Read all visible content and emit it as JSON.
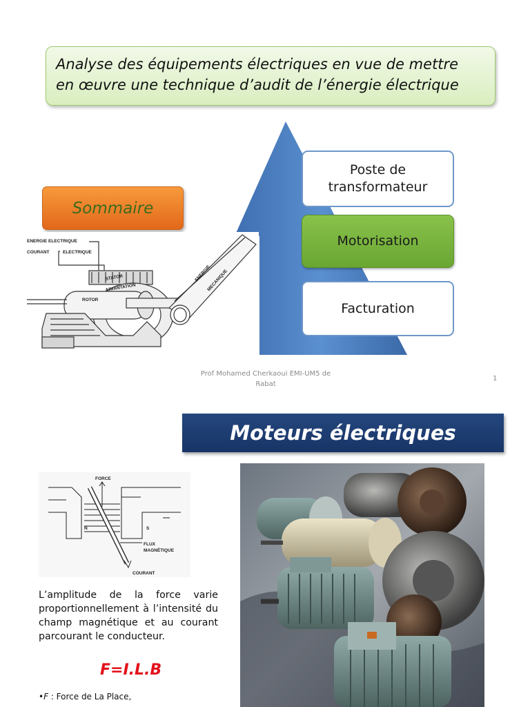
{
  "slide1": {
    "title_line1": "Analyse des équipements électriques en vue de mettre",
    "title_line2": "en œuvre une technique d’audit de l’énergie électrique",
    "sommaire": "Sommaire",
    "menu": [
      "Poste de transformateur",
      "Motorisation",
      "Facturation"
    ],
    "diagram_labels": {
      "energie_electrique": "ENERGIE ELECTRIQUE",
      "courant": "COURANT",
      "electrique": "ELECTRIQUE",
      "stator": "STATOR",
      "aimantation": "AIMANTATION",
      "rotor": "ROTOR",
      "energie": "ENERGIE",
      "mecanique": "MECANIQUE"
    },
    "footer": "Prof Mohamed Cherkaoui EMI-UM5 de Rabat",
    "page_number": "1"
  },
  "slide2": {
    "title": "Moteurs électriques",
    "diagram_labels": {
      "force": "FORCE",
      "n": "N",
      "s": "S",
      "flux": "FLUX",
      "magnetique": "MAGNÉTIQUE",
      "courant": "COURANT"
    },
    "paragraph": "L’amplitude de la force varie proportionnellement à l’intensité du champ magnétique et au courant parcourant le conducteur.",
    "formula": "F=I.L.B",
    "bullet_var": "F",
    "bullet_text": " : Force de La Place,"
  },
  "colors": {
    "title_box_bg": "#dcefc6",
    "sommaire_bg": "#ef7f2a",
    "sommaire_text": "#3d6b1c",
    "arrow_blue": "#4a7dbd",
    "motorisation_bg": "#77b23c",
    "slide2_title_bg": "#1f3f76",
    "formula_red": "#e2121b"
  }
}
